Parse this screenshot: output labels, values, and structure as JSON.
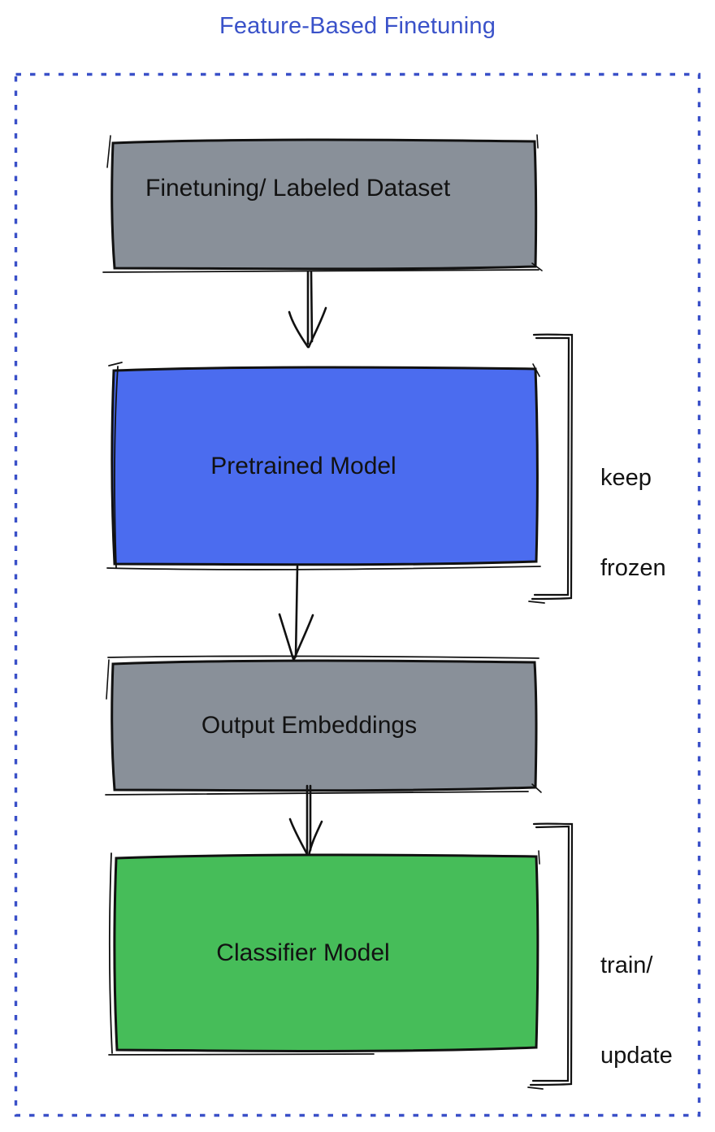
{
  "title": "Feature-Based Finetuning",
  "colors": {
    "title_blue": "#3a52c9",
    "dashed_frame_blue": "#3a50c8",
    "box_gray": "#899099",
    "box_blue": "#4b6cef",
    "box_green": "#46bd59",
    "sketch_stroke": "#111111",
    "label_text": "#121212"
  },
  "diagram": {
    "nodes": [
      {
        "id": "finetuning-dataset",
        "label": "Finetuning/ Labeled Dataset",
        "fill": "#899099"
      },
      {
        "id": "pretrained-model",
        "label": "Pretrained Model",
        "fill": "#4b6cef"
      },
      {
        "id": "output-embeddings",
        "label": "Output Embeddings",
        "fill": "#899099"
      },
      {
        "id": "classifier-model",
        "label": "Classifier Model",
        "fill": "#46bd59"
      }
    ],
    "edges": [
      {
        "from": "finetuning-dataset",
        "to": "pretrained-model"
      },
      {
        "from": "pretrained-model",
        "to": "output-embeddings"
      },
      {
        "from": "output-embeddings",
        "to": "classifier-model"
      }
    ],
    "annotations": [
      {
        "target": "pretrained-model",
        "lines": [
          "keep",
          "frozen"
        ]
      },
      {
        "target": "classifier-model",
        "lines": [
          "train/",
          "update"
        ]
      }
    ]
  }
}
